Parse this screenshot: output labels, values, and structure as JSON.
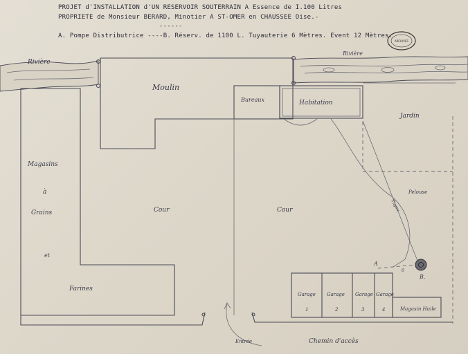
{
  "header": {
    "line1": "PROJET d'INSTALLATION d'UN RESERVOIR SOUTERRAIN A Essence de I.100 Litres",
    "line2": "PROPRIETE de Monsieur BERARD, Minotier A ST-OMER en CHAUSSEE Oise.-",
    "separator": "------",
    "line3": "A. Pompe Distributrice ----B. Réserv. de 1100 L. Tuyauterie 6 Mètres. Event 12 Mètres."
  },
  "plan": {
    "river_left": "Rivière",
    "river_right": "Rivière",
    "moulin": "Moulin",
    "bureaux": "Bureaux",
    "habitation": "Habitation",
    "jardin": "Jardin",
    "magasins_1": "Magasins",
    "magasins_2": "à",
    "magasins_3": "Grains",
    "magasins_4": "et",
    "magasins_5": "Farines",
    "cour_left": "Cour",
    "cour_right": "Cour",
    "tuyauterie": "Tuyau",
    "pelouse": "Pelouse",
    "pump_label": "A",
    "reservoir_label": "B.",
    "pipe_length": "6",
    "garage_1": "Garage",
    "garage_1_num": "1",
    "garage_2": "Garage",
    "garage_2_num": "2",
    "garage_3": "Garage",
    "garage_3_num": "3",
    "garage_4": "Garage",
    "garage_4_num": "4",
    "magasin_huile": "Magasin Huile",
    "entree": "Entrée",
    "chemin": "Chemin d'accès"
  },
  "stamp": {
    "text": "ARCHIVES"
  },
  "colors": {
    "paper": "#e2ddd2",
    "ink": "#2b2b3a",
    "pencil": "#4a4a55"
  }
}
